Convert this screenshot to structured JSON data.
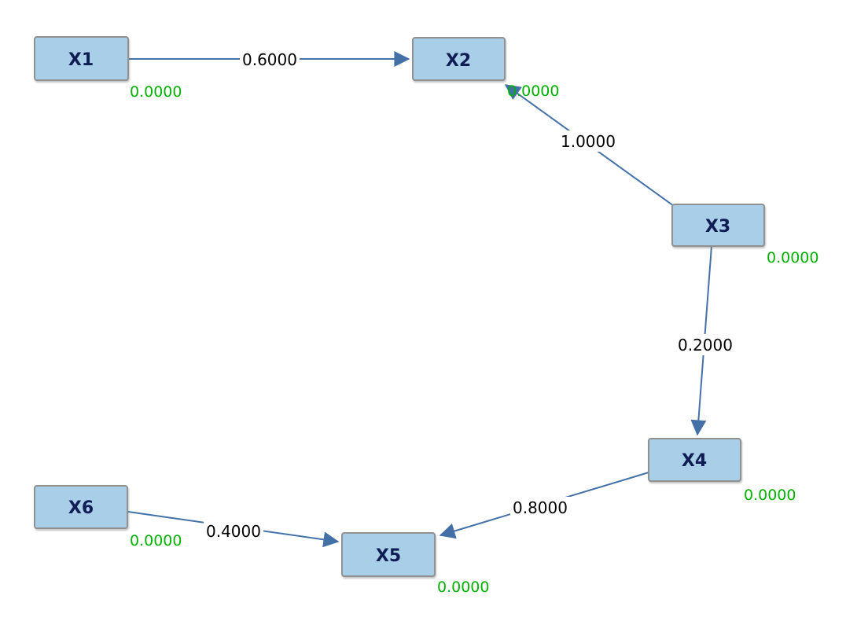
{
  "diagram": {
    "type": "directed-graph",
    "nodes": [
      {
        "id": "X1",
        "label": "X1",
        "value": "0.0000"
      },
      {
        "id": "X2",
        "label": "X2",
        "value": "0.0000"
      },
      {
        "id": "X3",
        "label": "X3",
        "value": "0.0000"
      },
      {
        "id": "X4",
        "label": "X4",
        "value": "0.0000"
      },
      {
        "id": "X5",
        "label": "X5",
        "value": "0.0000"
      },
      {
        "id": "X6",
        "label": "X6",
        "value": "0.0000"
      }
    ],
    "edges": [
      {
        "from": "X1",
        "to": "X2",
        "weight": "0.6000"
      },
      {
        "from": "X3",
        "to": "X2",
        "weight": "1.0000"
      },
      {
        "from": "X3",
        "to": "X4",
        "weight": "0.2000"
      },
      {
        "from": "X4",
        "to": "X5",
        "weight": "0.8000"
      },
      {
        "from": "X6",
        "to": "X5",
        "weight": "0.4000"
      }
    ],
    "colors": {
      "background": "#ffffff",
      "node_fill": "#a9cfe8",
      "node_border": "#919191",
      "node_text": "#101c54",
      "edge": "#4472a8",
      "arrow": "#4470a8",
      "weight_text": "#000000",
      "value_text": "#00b100"
    }
  }
}
